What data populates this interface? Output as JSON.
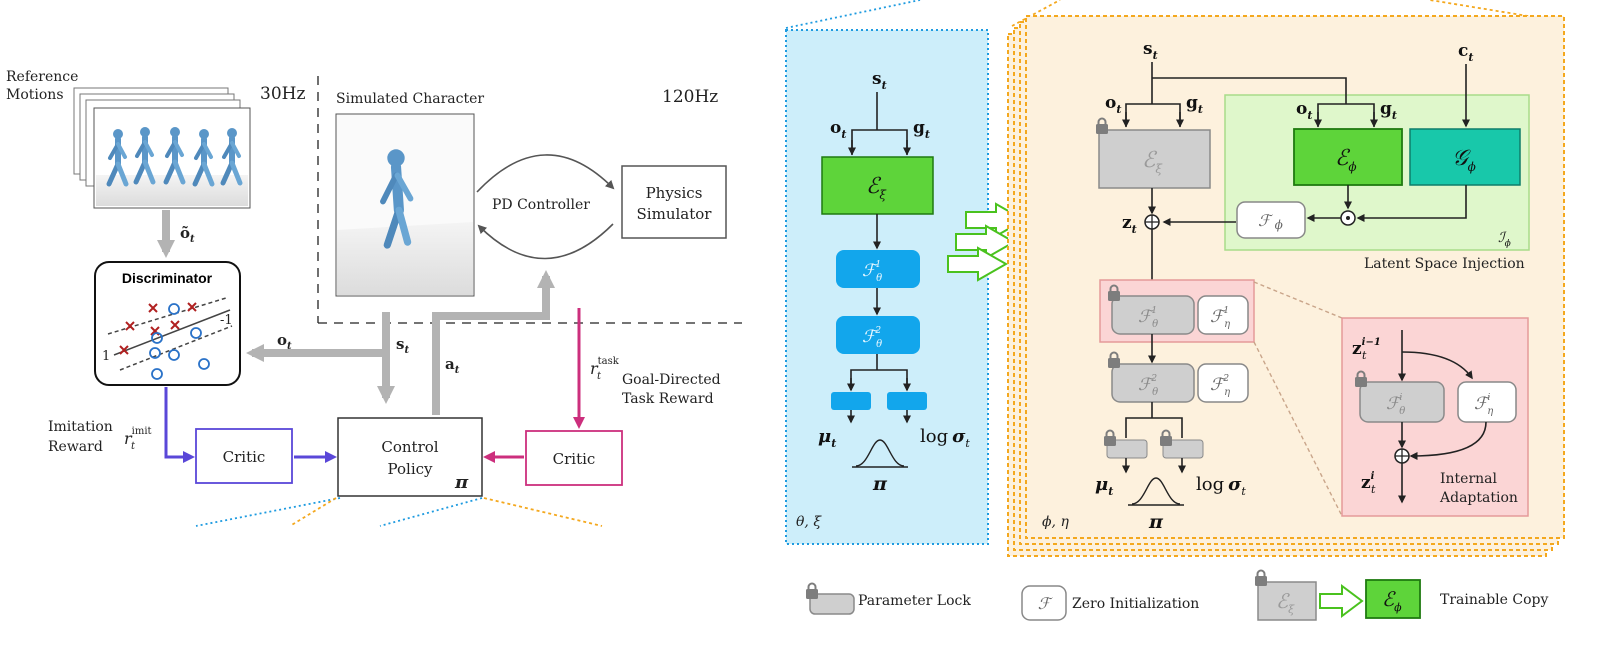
{
  "left": {
    "reference_motions": [
      "Reference",
      "Motions"
    ],
    "freq_low": "30Hz",
    "freq_high": "120Hz",
    "simulated_character": "Simulated Character",
    "pd_controller": "PD Controller",
    "physics_simulator": [
      "Physics",
      "Simulator"
    ],
    "discriminator": "Discriminator",
    "disc_label_pos": "1",
    "disc_label_neg": "-1",
    "o_tilde": "õ",
    "o": "o",
    "s": "s",
    "a": "a",
    "t": "t",
    "r": "r",
    "imit": "imit",
    "task": "task",
    "imitation_reward": [
      "Imitation",
      "Reward"
    ],
    "critic": "Critic",
    "control_policy": [
      "Control",
      "Policy"
    ],
    "pi": "π",
    "goal_directed": [
      "Goal-Directed",
      "Task Reward"
    ]
  },
  "middle": {
    "s": "s",
    "o": "o",
    "g": "g",
    "t": "t",
    "encoder": "ℰ",
    "enc_sub": "ξ",
    "f": "ℱ",
    "theta": "θ",
    "sup1": "1",
    "sup2": "2",
    "mu": "μ",
    "log": "log",
    "sigma": "σ",
    "pi": "π",
    "params": "θ, ξ"
  },
  "right": {
    "s": "s",
    "o": "o",
    "g": "g",
    "c": "c",
    "z": "z",
    "t": "t",
    "enc": "ℰ",
    "xi": "ξ",
    "phi": "ϕ",
    "gen": "𝒢",
    "f": "ℱ",
    "theta": "θ",
    "eta": "η",
    "sup1": "1",
    "sup2": "2",
    "i": "i",
    "i_minus_1": "i−1",
    "injection_sym": "ℐ",
    "latent_space_injection": "Latent Space Injection",
    "internal_adaptation": [
      "Internal",
      "Adaptation"
    ],
    "mu": "μ",
    "log": "log",
    "sigma": "σ",
    "pi": "π",
    "params": "ϕ, η"
  },
  "legend": {
    "parameter_lock": "Parameter Lock",
    "zero_init": "Zero Initialization",
    "trainable_copy": "Trainable Copy",
    "f": "ℱ",
    "enc": "ℰ",
    "xi": "ξ",
    "phi": "ϕ"
  },
  "colors": {
    "encoder_green": "#5ed43a",
    "generator_teal": "#18c8aa",
    "policy_blue": "#12a6ec",
    "middle_panel_bg": "#cdeefa",
    "right_panel_bg": "#fdf1dd",
    "injection_bg": "#dff7cb",
    "adaptation_bg": "#fbd5d5",
    "imit_purple": "#5a47d8",
    "task_magenta": "#cc2f7d",
    "orange_dash": "#f4a81e",
    "blue_dot": "#1e9be0"
  }
}
